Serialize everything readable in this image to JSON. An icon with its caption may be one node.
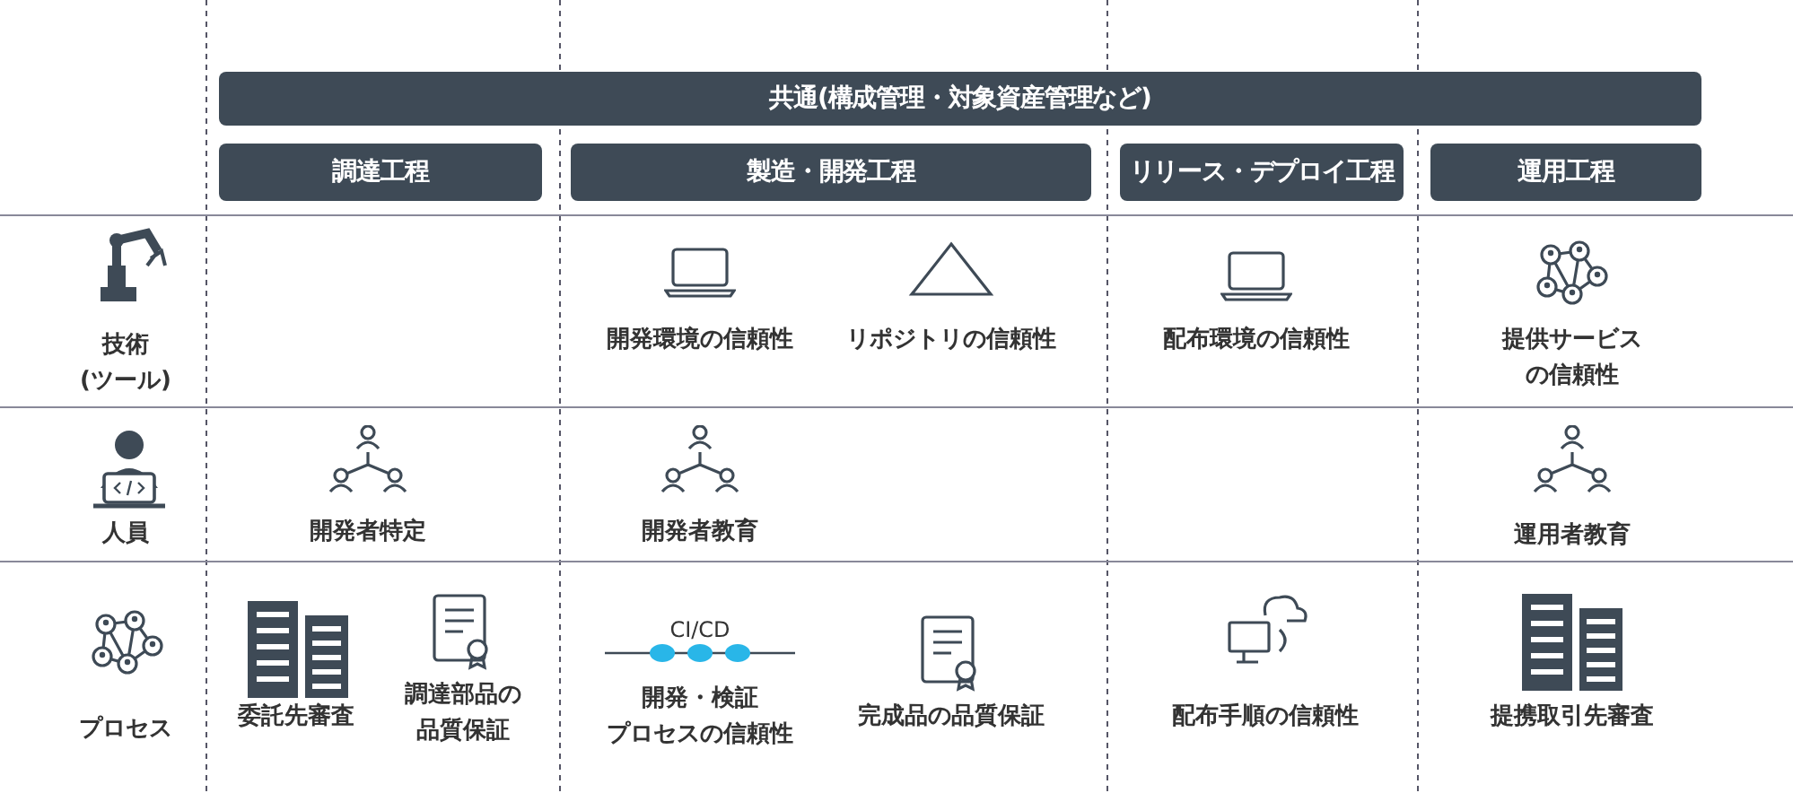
{
  "diagram": {
    "nodes": [
      {
        "text": [
          "共通(構成管理・対象資産管理など)"
        ]
      },
      {
        "text": [
          "調達工程"
        ]
      },
      {
        "text": [
          "製造・開発工程"
        ]
      },
      {
        "text": [
          "リリース・デプロイ工程"
        ]
      },
      {
        "text": [
          "運用工程"
        ]
      }
    ],
    "labels": [
      "技術(ツール)",
      "開発環境の信頼性",
      "リポジトリの信頼性",
      "配布環境の信頼性",
      "提供サービスの信頼性",
      "人員",
      "開発者特定",
      "開発者教育",
      "運用者教育",
      "プロセス",
      "委託先審査",
      "調達部品の品質保証",
      "CI/CD",
      "開発・検証プロセスの信頼性",
      "完成品の品質保証",
      "配布手順の信頼性",
      "提携取引先審査"
    ]
  }
}
